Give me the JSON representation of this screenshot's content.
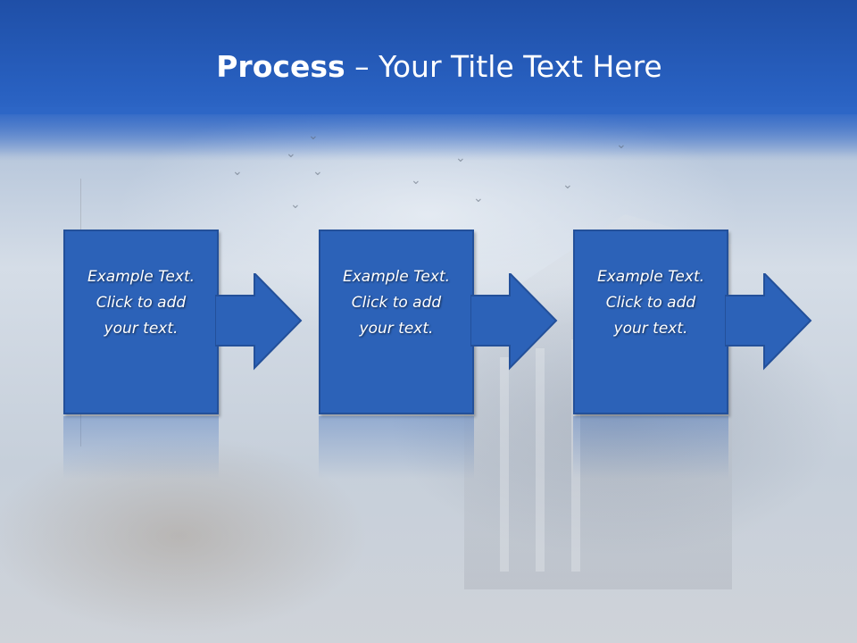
{
  "slide": {
    "title_bold": "Process",
    "title_rest": " – Your Title Text Here"
  },
  "steps": [
    {
      "text": "Example Text.\nClick  to add\nyour text."
    },
    {
      "text": "Example Text.\nClick  to add\nyour text."
    },
    {
      "text": "Example Text.\nClick  to add\nyour text."
    }
  ],
  "colors": {
    "header": "#2860c0",
    "box_fill": "#2c62b8",
    "box_border": "#23509a",
    "text": "#ffffff"
  }
}
